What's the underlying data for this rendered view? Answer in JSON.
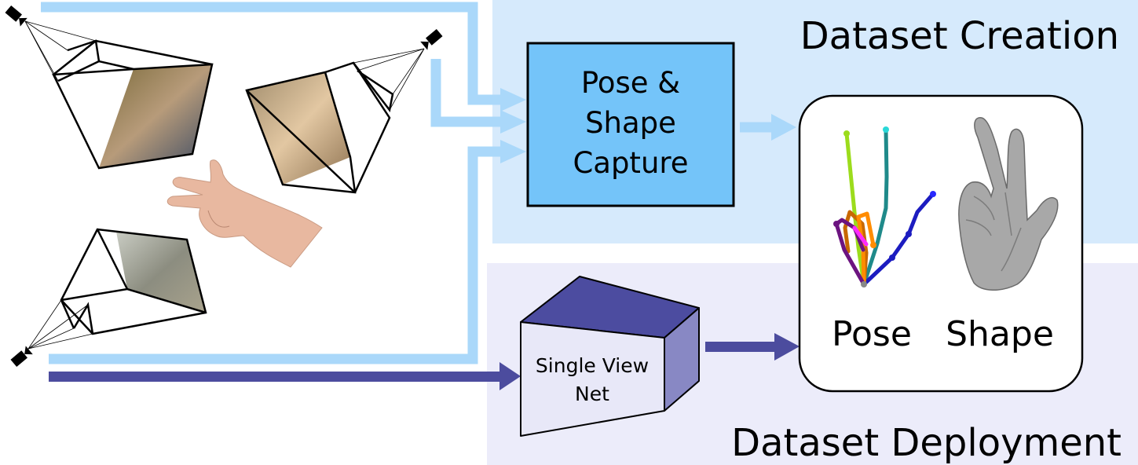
{
  "titles": {
    "creation": "Dataset Creation",
    "deployment": "Dataset Deployment"
  },
  "capture_box": {
    "line1": "Pose &",
    "line2": "Shape",
    "line3": "Capture"
  },
  "network": {
    "line1": "Single View",
    "line2": "Net"
  },
  "output": {
    "pose_label": "Pose",
    "shape_label": "Shape"
  },
  "colors": {
    "creation_bg": "#d6eafc",
    "deployment_bg": "#ececfa",
    "light_arrow": "#aad8fa",
    "capture_fill": "#74c4f9",
    "dark_arrow": "#4c4c9e",
    "net_front": "#e8e8f8",
    "net_top": "#4c4ca0",
    "net_side": "#8888c4"
  },
  "icons": {
    "camera": "video-camera-icon",
    "hand": "hand-photo",
    "skeleton": "hand-skeleton-icon",
    "mesh": "hand-mesh-icon"
  }
}
